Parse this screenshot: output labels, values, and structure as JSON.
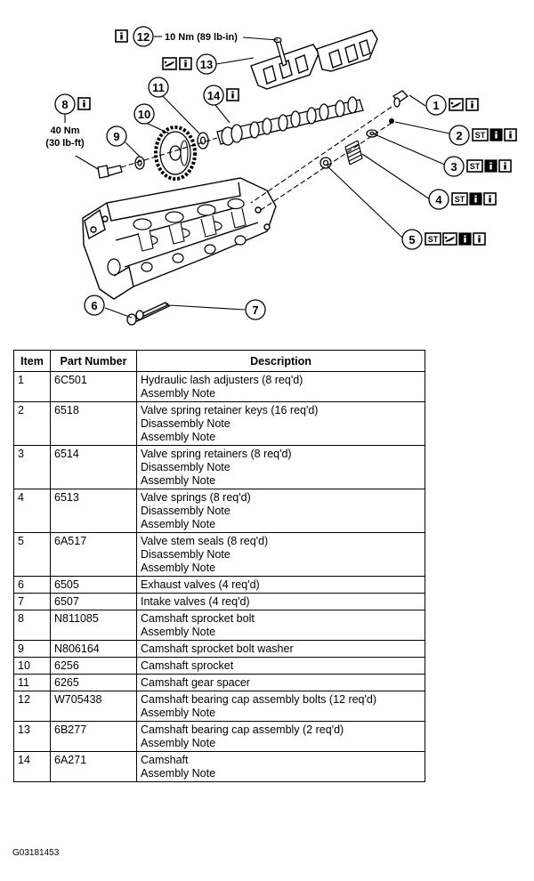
{
  "diagram": {
    "callouts": [
      {
        "num": "1"
      },
      {
        "num": "2"
      },
      {
        "num": "3"
      },
      {
        "num": "4"
      },
      {
        "num": "5"
      },
      {
        "num": "6"
      },
      {
        "num": "7"
      },
      {
        "num": "8"
      },
      {
        "num": "9"
      },
      {
        "num": "10"
      },
      {
        "num": "11"
      },
      {
        "num": "12"
      },
      {
        "num": "13"
      },
      {
        "num": "14"
      }
    ],
    "torque_12": "10 Nm (89 lb-in)",
    "torque_8_line1": "40 Nm",
    "torque_8_line2": "(30 lb-ft)",
    "info_glyph": "i",
    "st_glyph": "ST"
  },
  "table": {
    "headers": {
      "item": "Item",
      "part": "Part Number",
      "desc": "Description"
    },
    "rows": [
      {
        "item": "1",
        "part": "6C501",
        "desc": [
          "Hydraulic lash adjusters (8 req'd)",
          "Assembly Note"
        ]
      },
      {
        "item": "2",
        "part": "6518",
        "desc": [
          "Valve spring retainer keys (16 req'd)",
          "Disassembly Note",
          "Assembly Note"
        ]
      },
      {
        "item": "3",
        "part": "6514",
        "desc": [
          "Valve spring retainers (8 req'd)",
          "Disassembly Note",
          "Assembly Note"
        ]
      },
      {
        "item": "4",
        "part": "6513",
        "desc": [
          "Valve springs (8 req'd)",
          "Disassembly Note",
          "Assembly Note"
        ]
      },
      {
        "item": "5",
        "part": "6A517",
        "desc": [
          "Valve stem seals (8 req'd)",
          "Disassembly Note",
          "Assembly Note"
        ]
      },
      {
        "item": "6",
        "part": "6505",
        "desc": [
          "Exhaust valves (4 req'd)"
        ]
      },
      {
        "item": "7",
        "part": "6507",
        "desc": [
          "Intake valves (4 req'd)"
        ]
      },
      {
        "item": "8",
        "part": "N811085",
        "desc": [
          "Camshaft sprocket bolt",
          "Assembly Note"
        ]
      },
      {
        "item": "9",
        "part": "N806164",
        "desc": [
          "Camshaft sprocket bolt washer"
        ]
      },
      {
        "item": "10",
        "part": "6256",
        "desc": [
          "Camshaft sprocket"
        ]
      },
      {
        "item": "11",
        "part": "6265",
        "desc": [
          "Camshaft gear spacer"
        ]
      },
      {
        "item": "12",
        "part": "W705438",
        "desc": [
          "Camshaft bearing cap assembly bolts (12 req'd)",
          "Assembly Note"
        ]
      },
      {
        "item": "13",
        "part": "6B277",
        "desc": [
          "Camshaft bearing cap assembly (2 req'd)",
          "Assembly Note"
        ]
      },
      {
        "item": "14",
        "part": "6A271",
        "desc": [
          "Camshaft",
          "Assembly Note"
        ]
      }
    ]
  },
  "figure_id": "G03181453"
}
